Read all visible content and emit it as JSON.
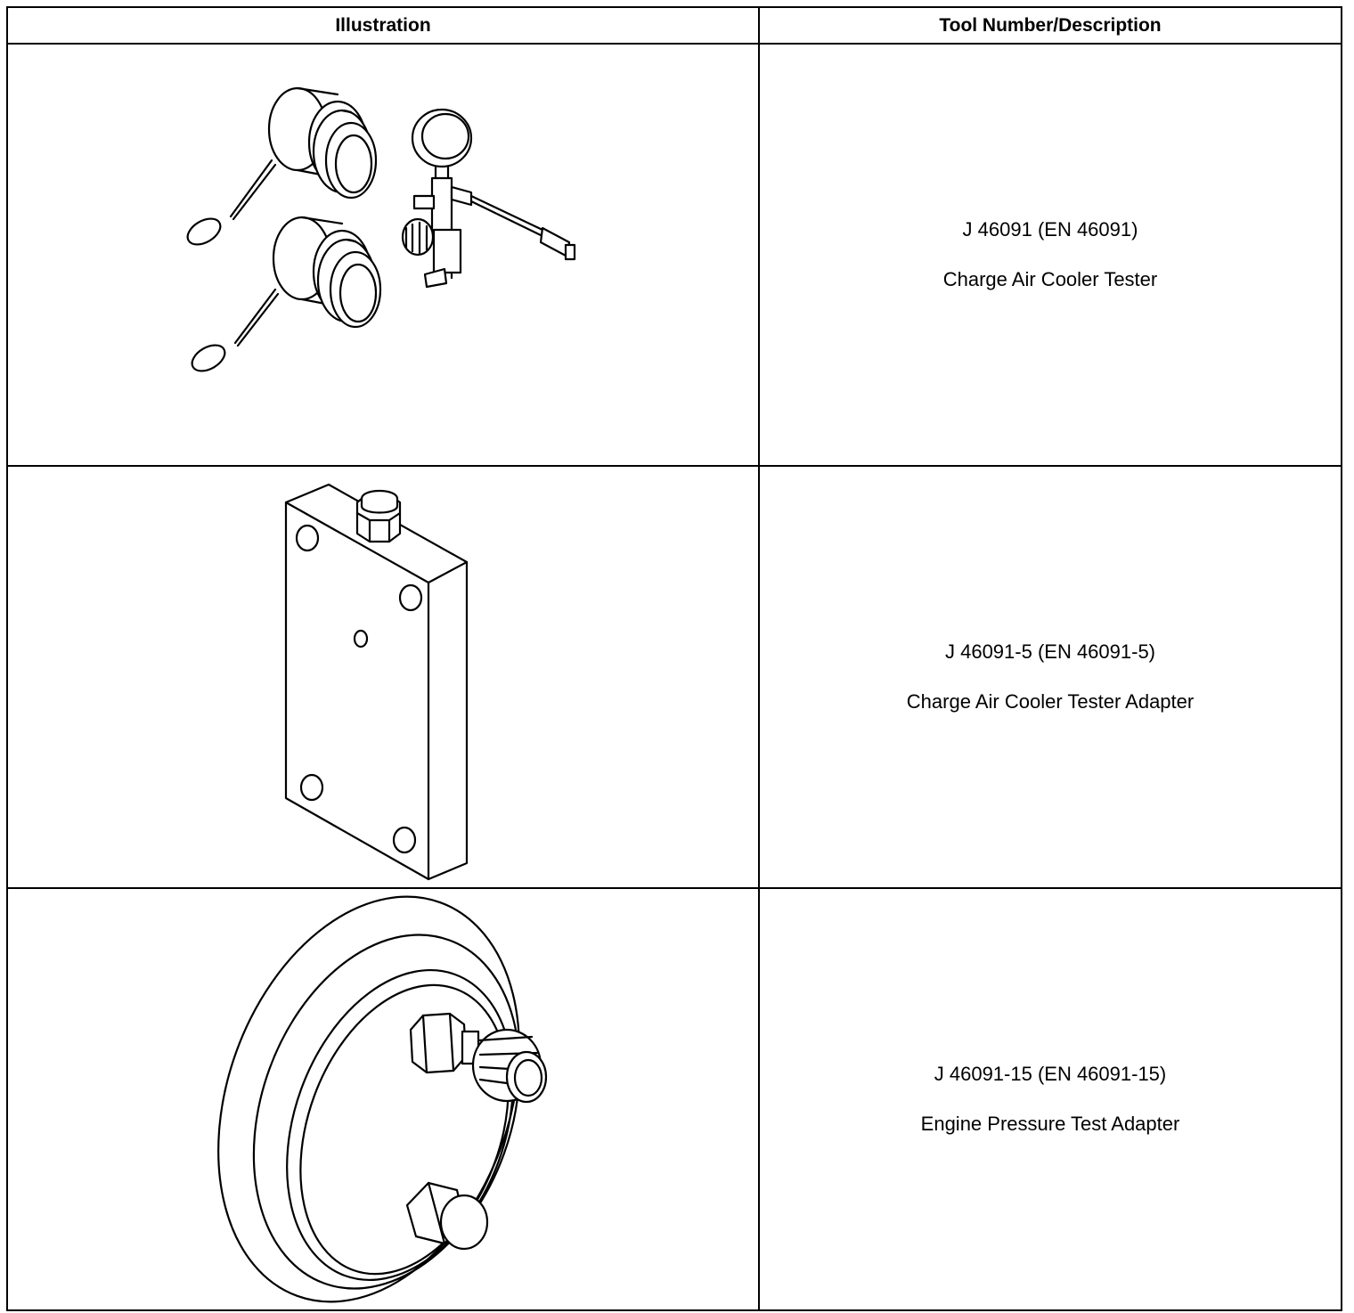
{
  "table": {
    "headers": {
      "illustration": "Illustration",
      "tool": "Tool Number/Description"
    },
    "rows": [
      {
        "tool_number": "J 46091 (EN 46091)",
        "description": "Charge Air Cooler Tester",
        "illustration_icon": "charge-air-cooler-tester-icon"
      },
      {
        "tool_number": "J 46091-5 (EN 46091-5)",
        "description": "Charge Air Cooler Tester Adapter",
        "illustration_icon": "tester-adapter-plate-icon"
      },
      {
        "tool_number": "J 46091-15 (EN 46091-15)",
        "description": "Engine Pressure Test Adapter",
        "illustration_icon": "engine-pressure-test-adapter-icon"
      }
    ]
  }
}
